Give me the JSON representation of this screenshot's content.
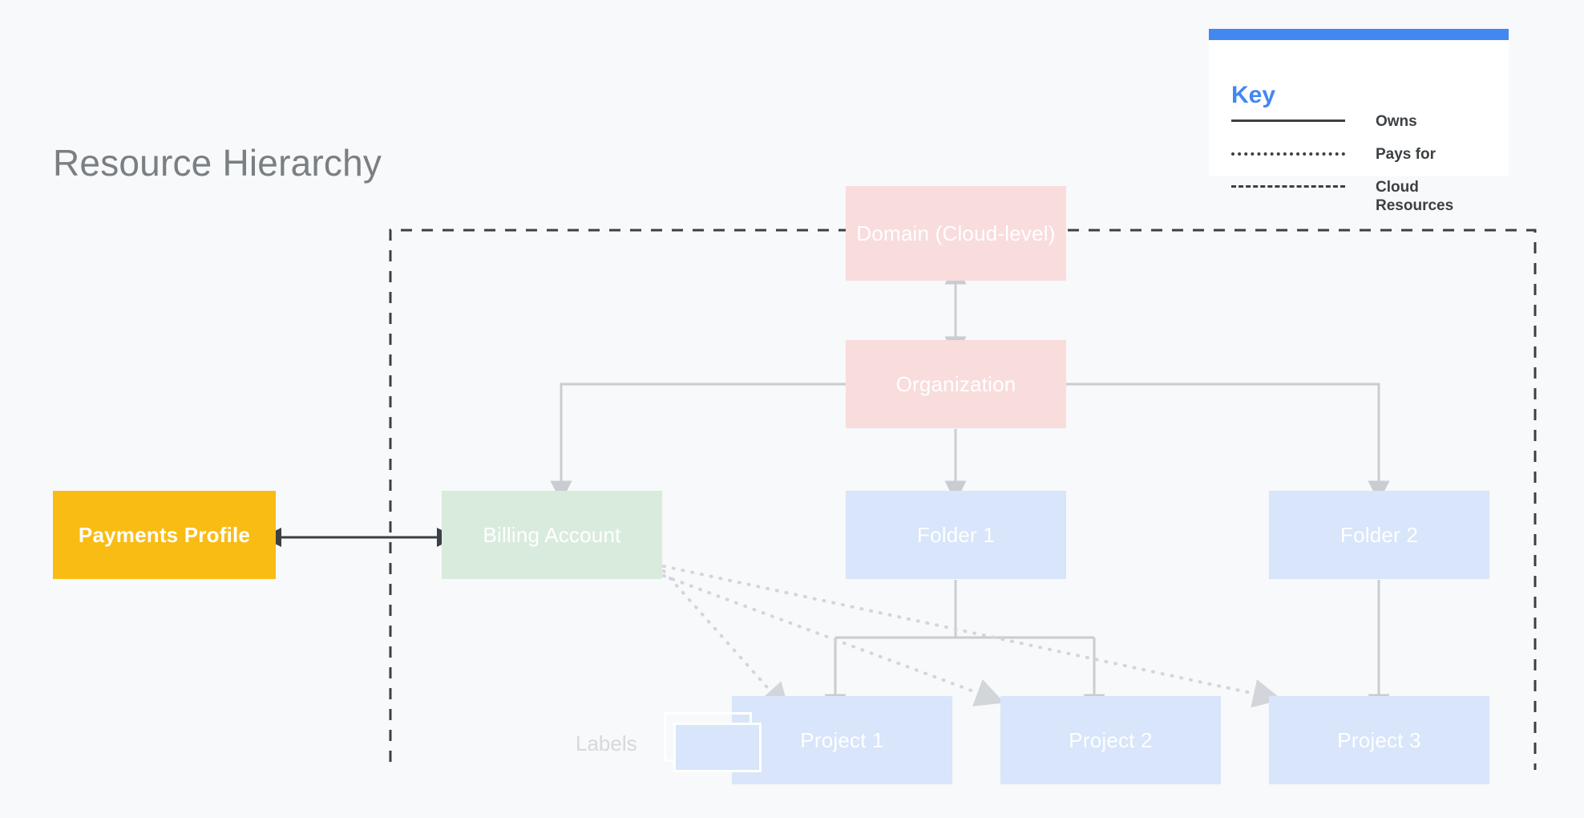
{
  "title": "Resource Hierarchy",
  "key": {
    "heading": "Key",
    "entries": [
      {
        "style": "solid",
        "label": "Owns"
      },
      {
        "style": "dotted",
        "label": "Pays for"
      },
      {
        "style": "dashed",
        "label": "Cloud Resources"
      }
    ]
  },
  "nodes": {
    "domain": "Domain (Cloud-level)",
    "organization": "Organization",
    "billing_account": "Billing Account",
    "payments_profile": "Payments Profile",
    "folder1": "Folder 1",
    "folder2": "Folder 2",
    "project1": "Project 1",
    "project2": "Project 2",
    "project3": "Project 3",
    "labels": "Labels"
  },
  "colors": {
    "background": "#F7F9FA",
    "pink": "#F9DCDC",
    "blue": "#D8E5FA",
    "green": "#D9EBDD",
    "amber": "#F9BC15",
    "accent_blue": "#4387F0",
    "connector_gray": "#C9CDD1",
    "dark_line": "#3C4043",
    "title_gray": "#7A7F83",
    "label_gray": "#D5D9DC"
  },
  "edges": [
    {
      "from": "domain",
      "to": "organization",
      "type": "owns",
      "direction": "both"
    },
    {
      "from": "organization",
      "to": "billing_account",
      "type": "owns",
      "direction": "down"
    },
    {
      "from": "organization",
      "to": "folder1",
      "type": "owns",
      "direction": "down"
    },
    {
      "from": "organization",
      "to": "folder2",
      "type": "owns",
      "direction": "down"
    },
    {
      "from": "folder1",
      "to": "project1",
      "type": "owns",
      "direction": "down"
    },
    {
      "from": "folder1",
      "to": "project2",
      "type": "owns",
      "direction": "down"
    },
    {
      "from": "folder2",
      "to": "project3",
      "type": "owns",
      "direction": "down"
    },
    {
      "from": "payments_profile",
      "to": "billing_account",
      "type": "owns",
      "direction": "both"
    },
    {
      "from": "billing_account",
      "to": "project1",
      "type": "pays for",
      "direction": "to"
    },
    {
      "from": "billing_account",
      "to": "project2",
      "type": "pays for",
      "direction": "to"
    },
    {
      "from": "billing_account",
      "to": "project3",
      "type": "pays for",
      "direction": "to"
    }
  ],
  "cloud_boundary": {
    "type": "Cloud Resources",
    "style": "dashed"
  }
}
